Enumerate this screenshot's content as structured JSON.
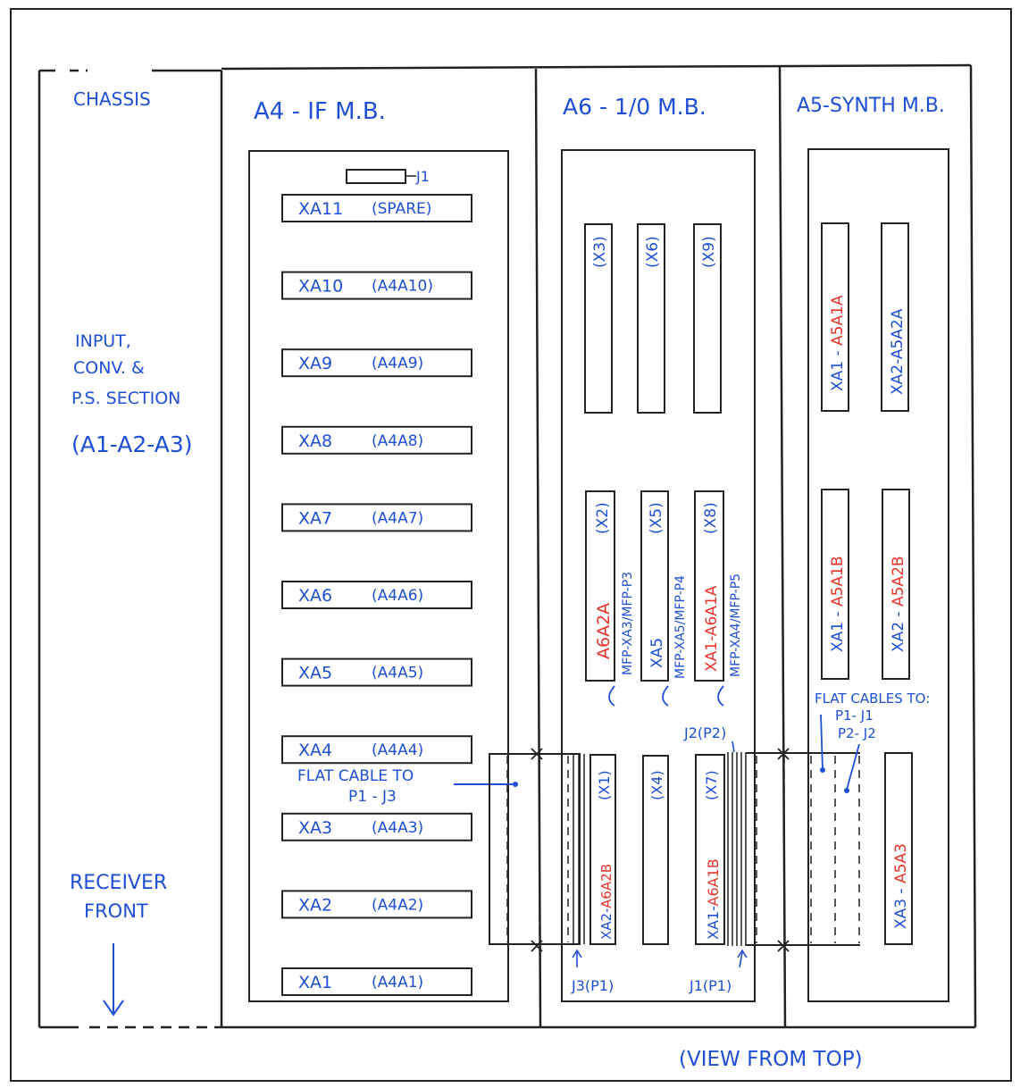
{
  "colors": {
    "ink": "#222222",
    "blue": "#1f4fd6",
    "red": "#e8352b",
    "paper": "#ffffff"
  },
  "sections": {
    "chassis": "CHASSIS",
    "a4": "A4 - IF M.B.",
    "a6": "A6 - 1/0 M.B.",
    "a5": "A5-SYNTH M.B."
  },
  "input_section": {
    "line1": "INPUT,",
    "line2": "CONV. &",
    "line3": "P.S. SECTION",
    "line4": "(A1-A2-A3)"
  },
  "receiver_front": {
    "line1": "RECEIVER",
    "line2": "FRONT"
  },
  "view_note": "(VIEW FROM TOP)",
  "a4_board": {
    "j1": "J1",
    "slots": [
      {
        "id": "XA11",
        "desc": "(SPARE)"
      },
      {
        "id": "XA10",
        "desc": "(A4A10)"
      },
      {
        "id": "XA9",
        "desc": "(A4A9)"
      },
      {
        "id": "XA8",
        "desc": "(A4A8)"
      },
      {
        "id": "XA7",
        "desc": "(A4A7)"
      },
      {
        "id": "XA6",
        "desc": "(A4A6)"
      },
      {
        "id": "XA5",
        "desc": "(A4A5)"
      },
      {
        "id": "XA4",
        "desc": "(A4A4)"
      },
      {
        "id": "XA3",
        "desc": "(A4A3)"
      },
      {
        "id": "XA2",
        "desc": "(A4A2)"
      },
      {
        "id": "XA1",
        "desc": "(A4A1)"
      }
    ],
    "flat_cable_line1": "FLAT CABLE TO",
    "flat_cable_line2": "P1 - J3"
  },
  "a6_board": {
    "x3": "(X3)",
    "x6": "(X6)",
    "x9": "(X9)",
    "x2": "(X2)",
    "x2_label": "A6A2A",
    "x2_mfp": "MFP-XA3/MFP-P3",
    "x5": "(X5)",
    "x5_label": "XA5",
    "x5_mfp": "MFP-XA5/MFP-P4",
    "x8": "(X8)",
    "x8_label": "XA1-A6A1A",
    "x8_mfp": "MFP-XA4/MFP-P5",
    "x1": "(X1)",
    "x1_prefix": "XA2-",
    "x1_label": "A6A2B",
    "x4": "(X4)",
    "x7": "(X7)",
    "x7_prefix": "XA1-",
    "x7_label": "A6A1B",
    "j3": "J3(P1)",
    "j1": "J1(P1)",
    "j2": "J2(P2)"
  },
  "a5_board": {
    "s1_prefix": "XA1 - ",
    "s1_label": "A5A1A",
    "s2_label": "XA2-A5A2A",
    "s3_prefix": "XA1 - ",
    "s3_label": "A5A1B",
    "s4_prefix": "XA2 - ",
    "s4_label": "A5A2B",
    "s5_prefix": "XA3 - ",
    "s5_label": "A5A3",
    "flat_cables_line1": "FLAT CABLES TO:",
    "flat_cables_line2": "P1- J1",
    "flat_cables_line3": "P2- J2"
  }
}
